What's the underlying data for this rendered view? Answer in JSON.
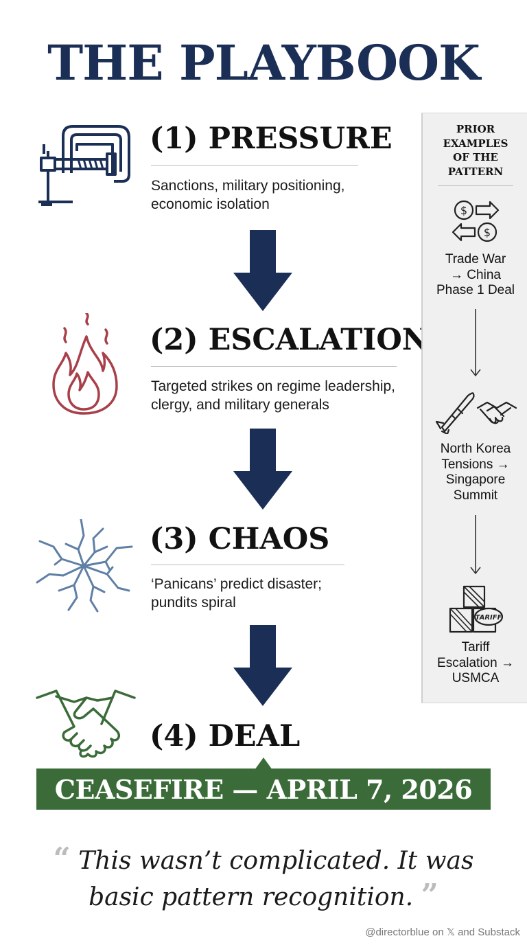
{
  "title": "THE PLAYBOOK",
  "steps": [
    {
      "heading": "(1) PRESSURE",
      "description_lines": [
        "Sanctions, military positioning,",
        "economic isolation"
      ],
      "icon": "clamp-icon"
    },
    {
      "heading": "(2) ESCALATION",
      "description_lines": [
        "Targeted strikes on regime leadership,",
        "clergy, and military generals"
      ],
      "icon": "flame-icon"
    },
    {
      "heading": "(3) CHAOS",
      "description_lines": [
        "‘Panicans’ predict disaster;",
        "pundits spiral"
      ],
      "icon": "cracked-glass-icon"
    },
    {
      "heading": "(4) DEAL",
      "description_lines": [],
      "icon": "handshake-icon"
    }
  ],
  "deal_banner": "CEASEFIRE — APRIL 7, 2026",
  "sidebar": {
    "title": "PRIOR\nEXAMPLES\nOF THE\nPATTERN",
    "examples": [
      {
        "label": "Trade War\n→ China\nPhase 1 Deal",
        "icon": "currency-exchange-icon"
      },
      {
        "label": "North Korea\nTensions →\nSingapore\nSummit",
        "icon": "missile-handshake-icon"
      },
      {
        "label": "Tariff\nEscalation →\nUSMCA",
        "icon": "tariff-crates-icon"
      }
    ],
    "tariff_stamp": "TARIFF"
  },
  "quote": {
    "line1": "This wasn’t complicated. It was",
    "line2": "basic pattern recognition.",
    "open_mark": "“",
    "close_mark": "”"
  },
  "credit": "@directorblue on 𝕏 and Substack",
  "colors": {
    "navy": "#1b2f56",
    "green": "#3a6b38",
    "flame": "#a8404a",
    "crack": "#5f7fa5"
  }
}
